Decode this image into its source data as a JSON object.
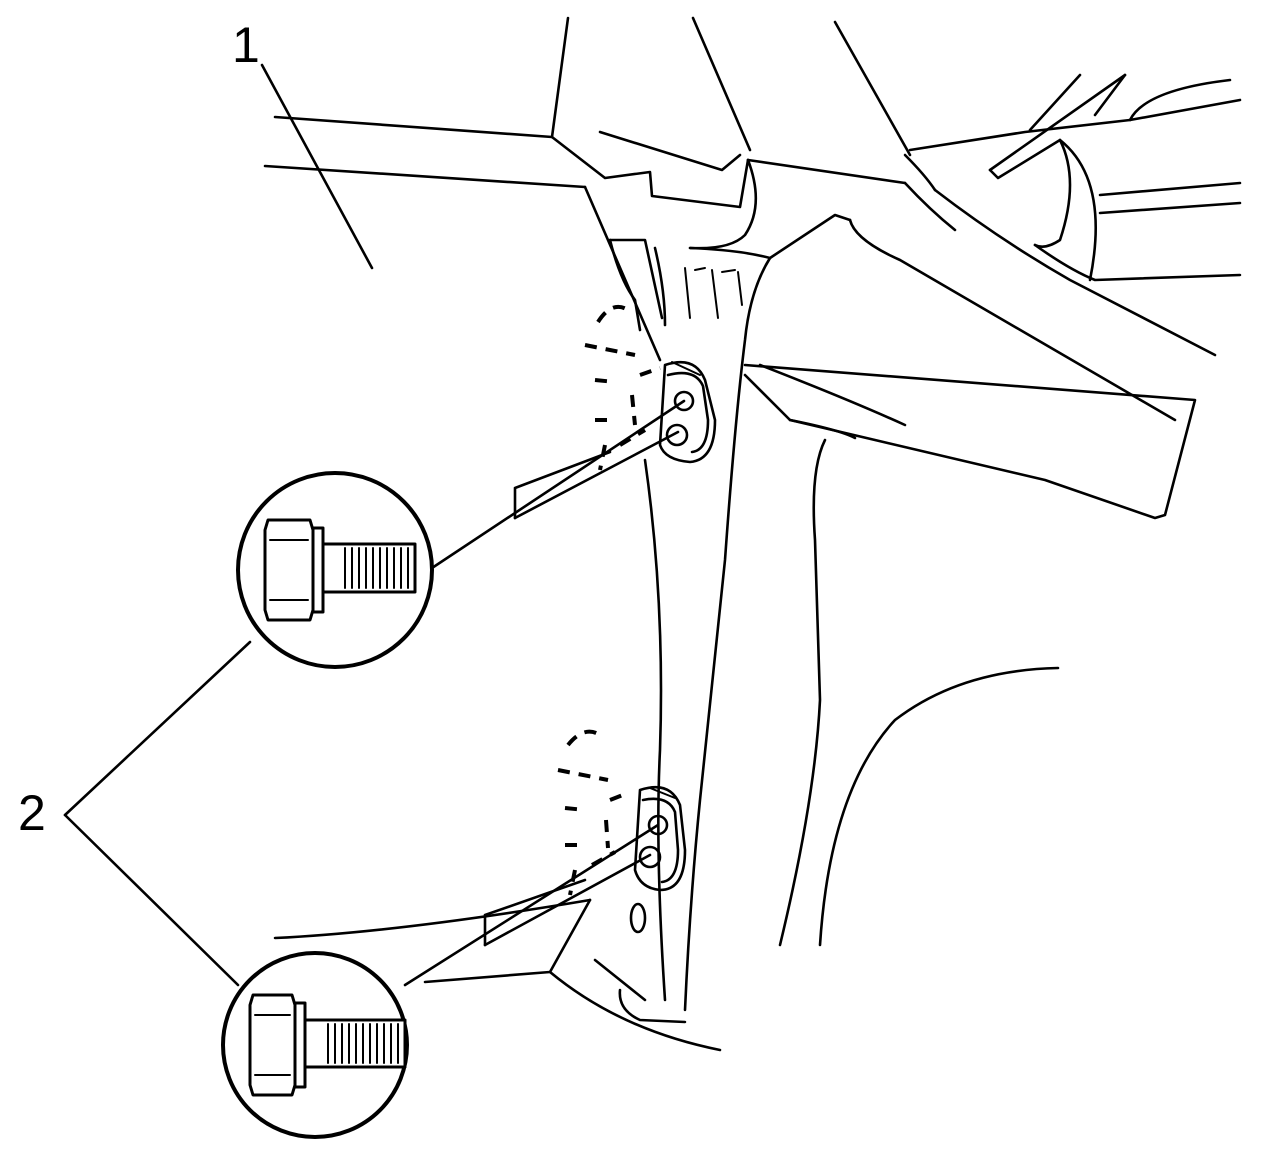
{
  "callouts": [
    {
      "label": "1",
      "part": "body-panel"
    },
    {
      "label": "2",
      "part": "door-hinge-bolt"
    }
  ],
  "icons": [
    "bolt-icon",
    "hinge-icon"
  ],
  "colors": {
    "line": "#000000",
    "background": "#ffffff"
  }
}
